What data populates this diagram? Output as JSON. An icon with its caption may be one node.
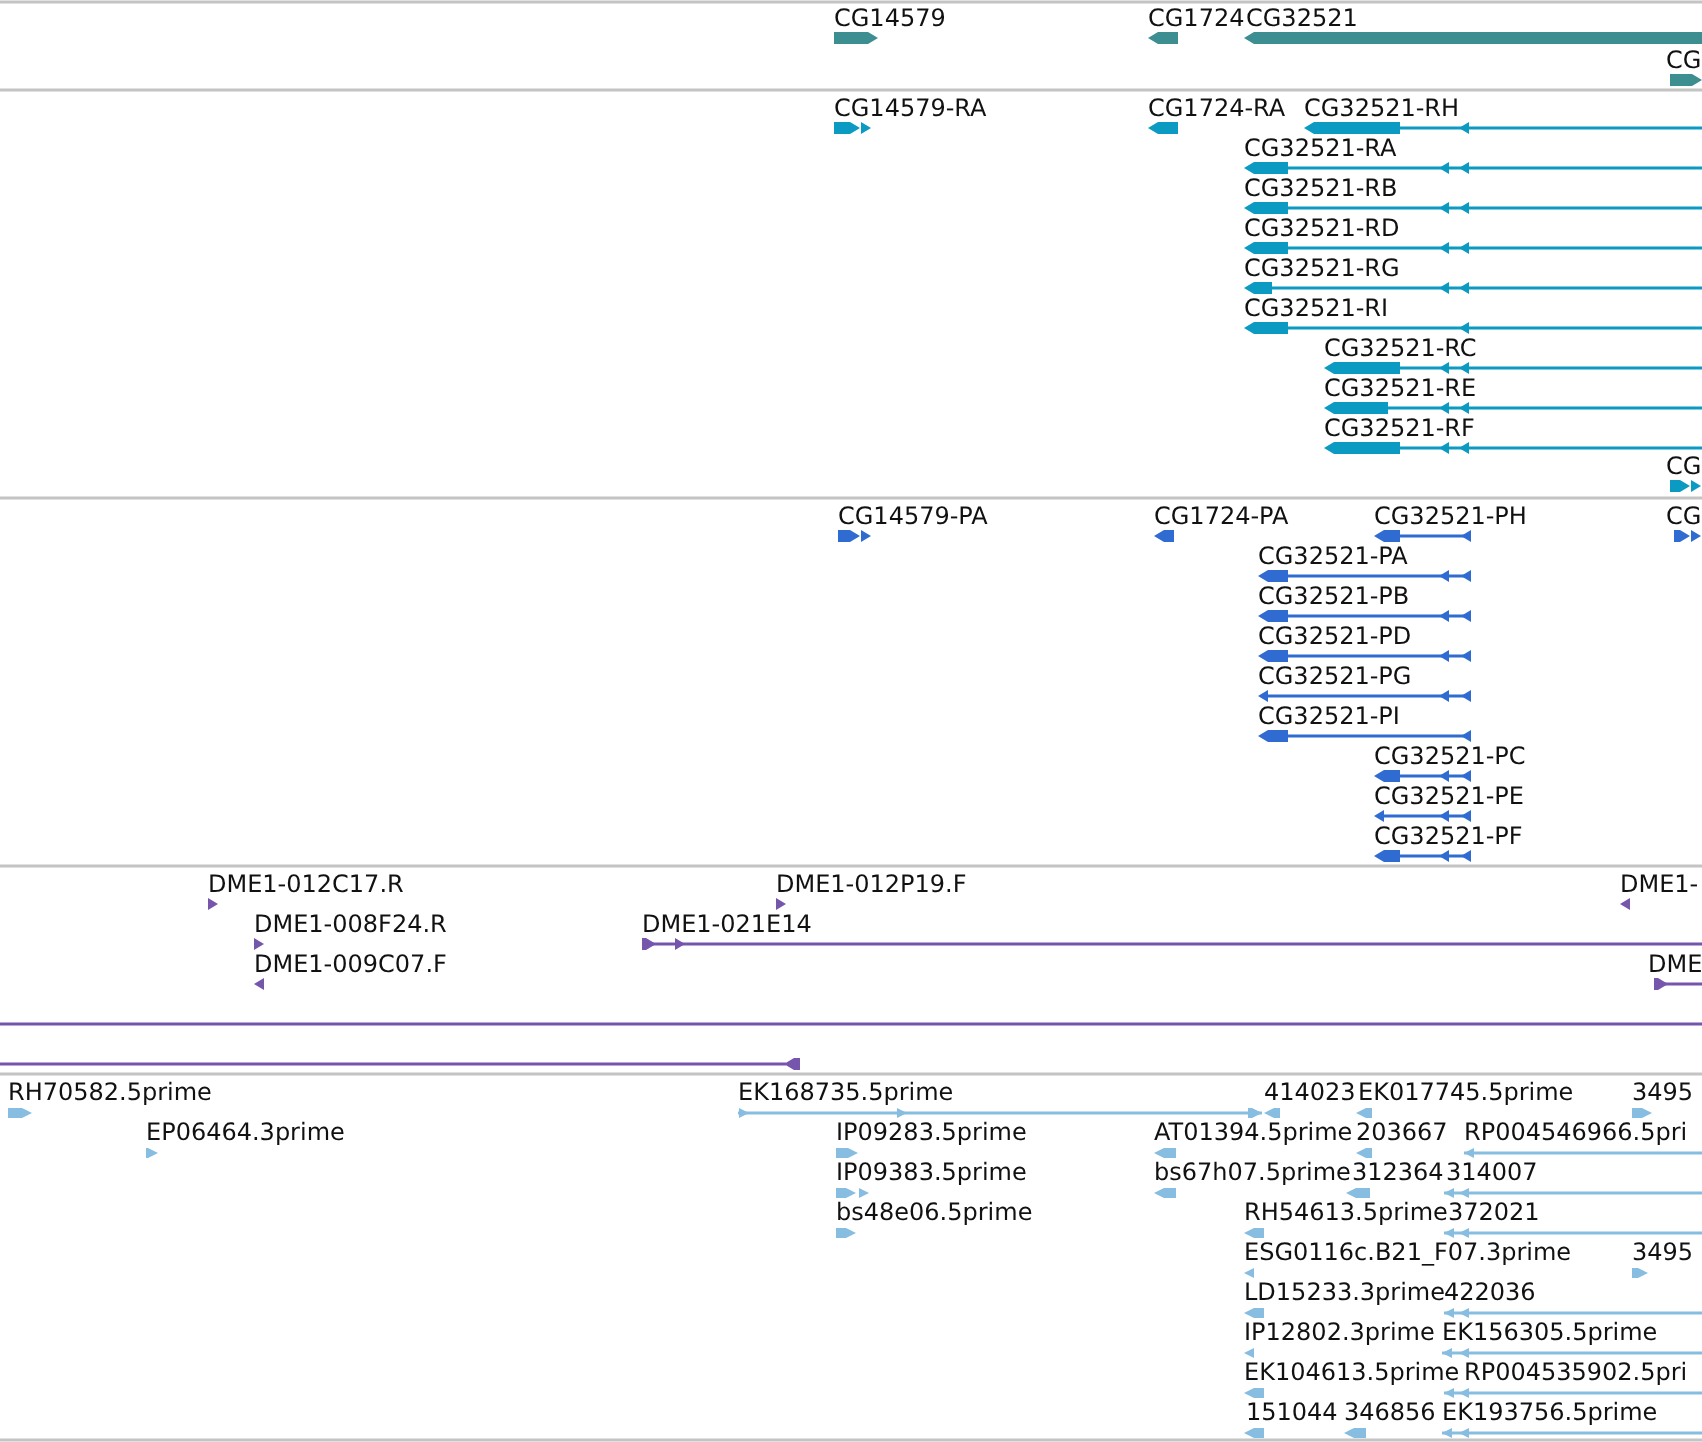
{
  "diagram": {
    "nodes": [
      {
        "text": [
          "CG14579"
        ]
      },
      {
        "text": [
          "CG1724"
        ]
      },
      {
        "text": [
          "CG32521"
        ]
      },
      {
        "text": [
          "CG"
        ]
      },
      {
        "text": [
          "CG14579-RA"
        ]
      },
      {
        "text": [
          "CG1724-RA"
        ]
      },
      {
        "text": [
          "CG32521-RH"
        ]
      },
      {
        "text": [
          "CG32521-RA"
        ]
      },
      {
        "text": [
          "CG32521-RB"
        ]
      },
      {
        "text": [
          "CG32521-RD"
        ]
      },
      {
        "text": [
          "CG32521-RG"
        ]
      },
      {
        "text": [
          "CG32521-RI"
        ]
      },
      {
        "text": [
          "CG32521-RC"
        ]
      },
      {
        "text": [
          "CG32521-RE"
        ]
      },
      {
        "text": [
          "CG32521-RF"
        ]
      },
      {
        "text": [
          "CG"
        ]
      },
      {
        "text": [
          "CG14579-PA"
        ]
      },
      {
        "text": [
          "CG1724-PA"
        ]
      },
      {
        "text": [
          "CG32521-PH"
        ]
      },
      {
        "text": [
          "CG"
        ]
      },
      {
        "text": [
          "CG32521-PA"
        ]
      },
      {
        "text": [
          "CG32521-PB"
        ]
      },
      {
        "text": [
          "CG32521-PD"
        ]
      },
      {
        "text": [
          "CG32521-PG"
        ]
      },
      {
        "text": [
          "CG32521-PI"
        ]
      },
      {
        "text": [
          "CG32521-PC"
        ]
      },
      {
        "text": [
          "CG32521-PE"
        ]
      },
      {
        "text": [
          "CG32521-PF"
        ]
      },
      {
        "text": [
          "DME1-012C17.R"
        ]
      },
      {
        "text": [
          "DME1-012P19.F"
        ]
      },
      {
        "text": [
          "DME1-"
        ]
      },
      {
        "text": [
          "DME1-008F24.R"
        ]
      },
      {
        "text": [
          "DME1-021E14"
        ]
      },
      {
        "text": [
          "DME1-009C07.F"
        ]
      },
      {
        "text": [
          "DME"
        ]
      },
      {
        "text": [],
        "shape": "bar"
      },
      {
        "text": [],
        "shape": "bar"
      },
      {
        "text": [
          "RH70582.5prime"
        ]
      },
      {
        "text": [
          "EK168735.5prime"
        ]
      },
      {
        "text": [
          "414023"
        ]
      },
      {
        "text": [
          "EK017745.5prime"
        ]
      },
      {
        "text": [
          "3495"
        ]
      },
      {
        "text": [
          "EP06464.3prime"
        ]
      },
      {
        "text": [
          "IP09283.5prime"
        ]
      },
      {
        "text": [
          "AT01394.5prime"
        ]
      },
      {
        "text": [
          "203667"
        ]
      },
      {
        "text": [
          "RP004546966.5pri"
        ]
      },
      {
        "text": [
          "IP09383.5prime"
        ]
      },
      {
        "text": [
          "bs67h07.5prime"
        ]
      },
      {
        "text": [
          "312364"
        ]
      },
      {
        "text": [
          "314007"
        ]
      },
      {
        "text": [
          "bs48e06.5prime"
        ]
      },
      {
        "text": [
          "RH54613.5prime"
        ]
      },
      {
        "text": [
          "372021"
        ]
      },
      {
        "text": [
          "ESG0116c.B21_F07.3prime"
        ]
      },
      {
        "text": [
          "3495"
        ]
      },
      {
        "text": [
          "LD15233.3prime"
        ]
      },
      {
        "text": [
          "422036"
        ]
      },
      {
        "text": [
          "IP12802.3prime"
        ]
      },
      {
        "text": [
          "EK156305.5prime"
        ]
      },
      {
        "text": [
          "EK104613.5prime"
        ]
      },
      {
        "text": [
          "RP004535902.5pri"
        ]
      },
      {
        "text": [
          "151044"
        ]
      },
      {
        "text": [
          "346856"
        ]
      },
      {
        "text": [
          "EK193756.5prime"
        ]
      }
    ]
  }
}
